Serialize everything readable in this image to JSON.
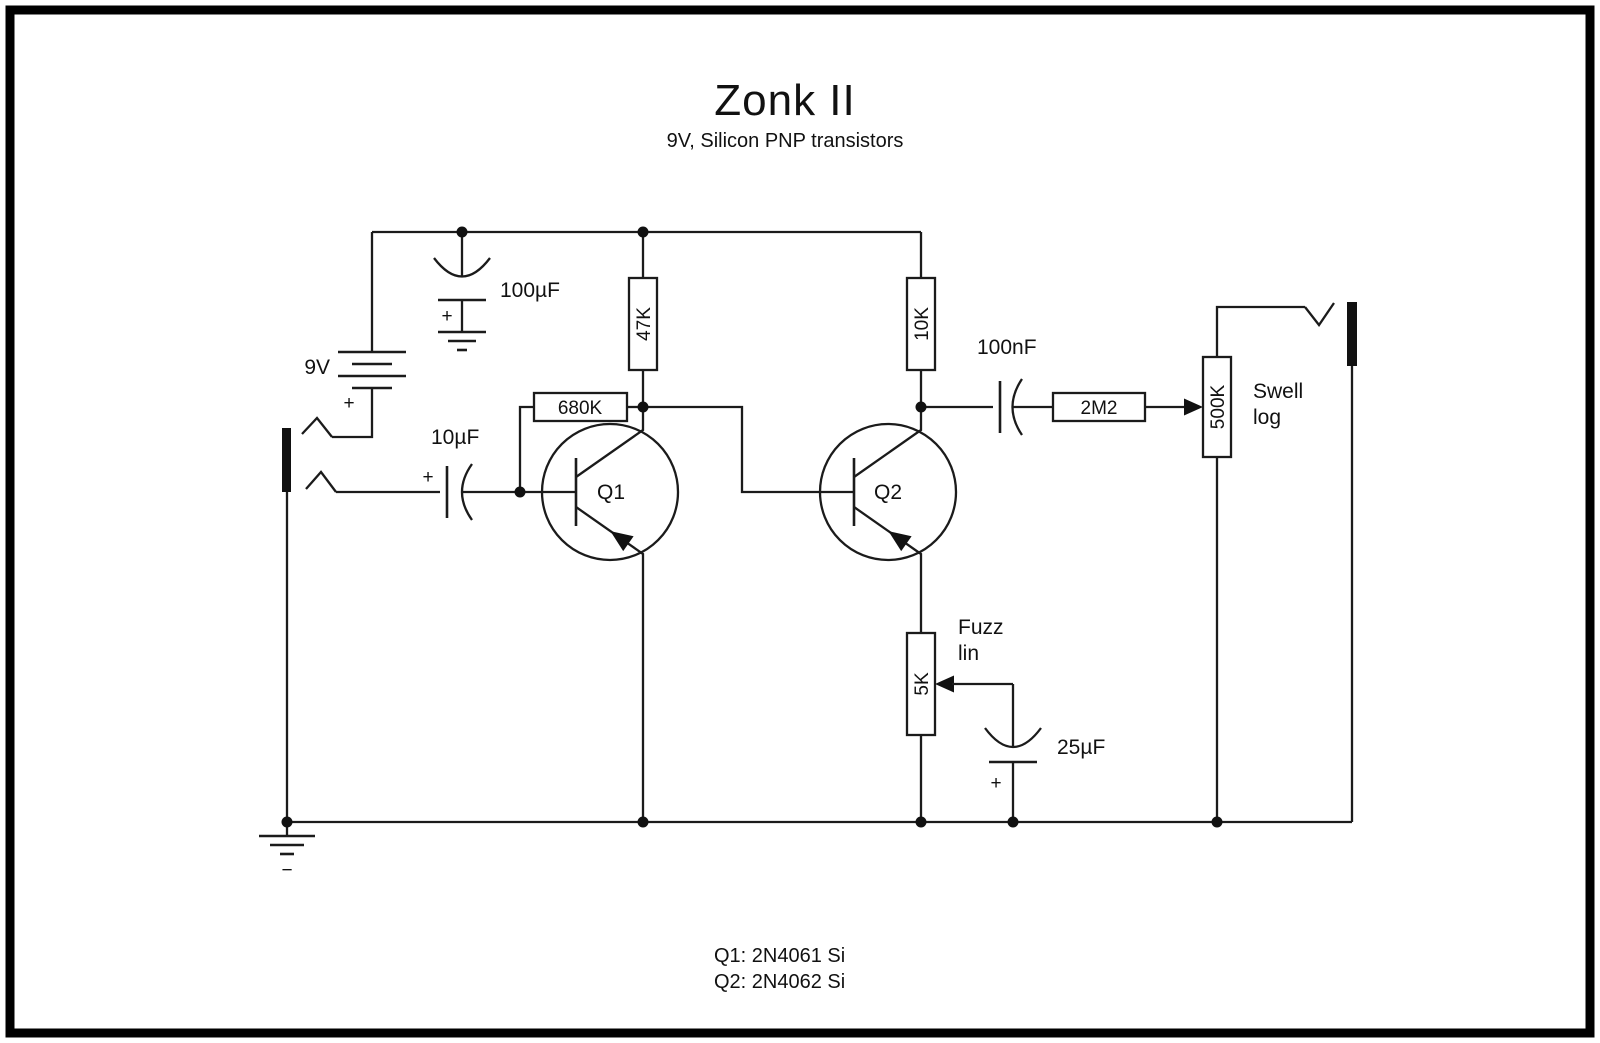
{
  "header": {
    "title": "Zonk II",
    "subtitle": "9V, Silicon PNP transistors"
  },
  "colors": {
    "ink": "#1b1b1b",
    "paper": "#ffffff"
  },
  "battery": {
    "value": "9V",
    "polarity": "+"
  },
  "caps": {
    "filter": {
      "value": "100µF",
      "polarity": "+"
    },
    "input": {
      "value": "10µF",
      "polarity": "+"
    },
    "coupling": {
      "value": "100nF"
    },
    "bypass": {
      "value": "25µF",
      "polarity": "+"
    }
  },
  "resistors": {
    "r1": "47K",
    "r2": "680K",
    "r3": "10K",
    "r4": "2M2"
  },
  "pots": {
    "fuzz": {
      "value": "5K",
      "label_line1": "Fuzz",
      "label_line2": "lin"
    },
    "swell": {
      "value": "500K",
      "label_line1": "Swell",
      "label_line2": "log"
    }
  },
  "transistors": {
    "q1": "Q1",
    "q2": "Q2"
  },
  "ground": {
    "minus": "−"
  },
  "notes": {
    "line1": "Q1: 2N4061 Si",
    "line2": "Q2: 2N4062 Si"
  }
}
